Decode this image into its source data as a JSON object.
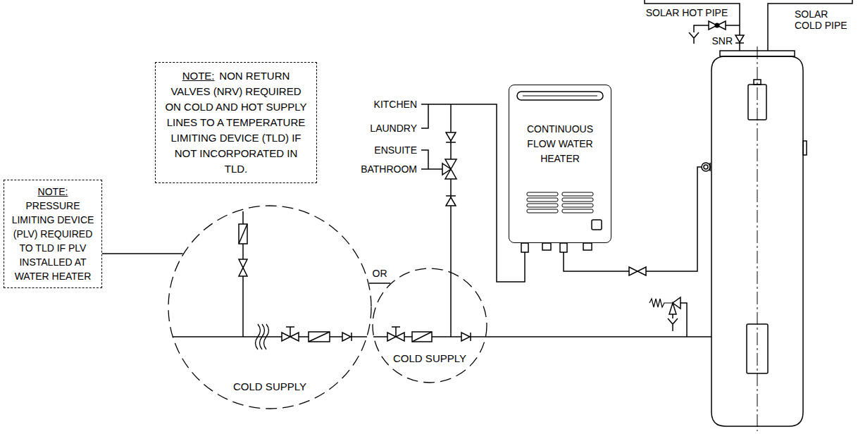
{
  "diagram": {
    "nodes": [
      {
        "text": [
          "NOTE:",
          "NON RETURN VALVES (NRV) REQUIRED ON COLD AND HOT SUPPLY LINES TO A TEMPERATURE LIMITING DEVICE (TLD) IF NOT INCORPORATED IN TLD."
        ]
      },
      {
        "text": [
          "CONTINUOUS FLOW WATER HEATER"
        ]
      },
      {
        "text": [
          "NOTE:",
          "PRESSURE LIMITING DEVICE (PLV) REQUIRED TO TLD IF PLV INSTALLED AT WATER HEATER"
        ]
      },
      {
        "text": [
          "COLD SUPPLY"
        ]
      },
      {
        "text": [
          "COLD SUPPLY"
        ]
      }
    ],
    "edges": [
      {
        "from": 2,
        "to": 3,
        "arrow": "none"
      },
      {
        "from": 3,
        "to": 4,
        "label": "OR",
        "arrow": "none"
      }
    ],
    "labels": [
      "SOLAR HOT PIPE",
      "SOLAR COLD PIPE",
      "SNR",
      "KITCHEN",
      "LAUNDRY",
      "ENSUITE",
      "BATHROOM"
    ]
  }
}
